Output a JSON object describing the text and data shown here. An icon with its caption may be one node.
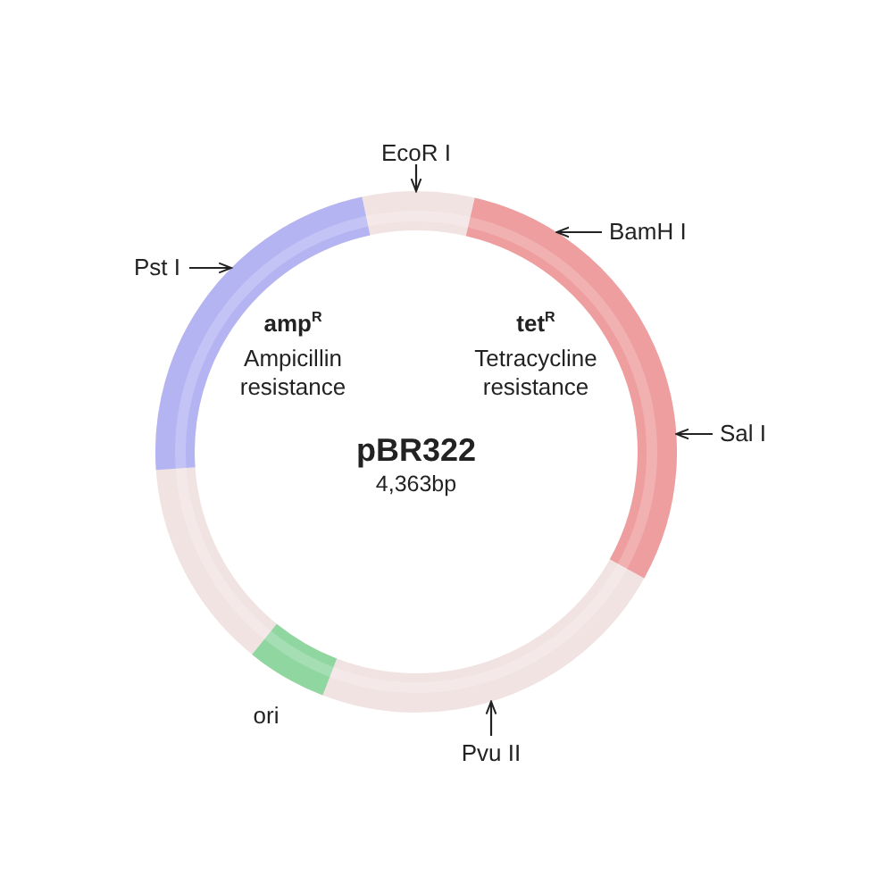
{
  "diagram": {
    "nodes": [
      {
        "text": [
          "pBR322",
          "4,363bp"
        ]
      },
      {
        "text": [
          "EcoR I"
        ]
      },
      {
        "text": [
          "BamH I"
        ]
      },
      {
        "text": [
          "Pst I"
        ]
      },
      {
        "text": [
          "Sal I"
        ]
      },
      {
        "text": [
          "Pvu II"
        ]
      }
    ],
    "edges": [
      {
        "from": 1,
        "to": 0,
        "arrow": "to"
      },
      {
        "from": 2,
        "to": 0,
        "arrow": "to"
      },
      {
        "from": 3,
        "to": 0,
        "arrow": "to"
      },
      {
        "from": 4,
        "to": 0,
        "arrow": "to"
      },
      {
        "from": 5,
        "to": 0,
        "arrow": "to"
      }
    ],
    "labels": [
      "amp$^{R}$",
      "Ampicillin resistance",
      "tet$^{R}$",
      "Tetracycline resistance",
      "ori"
    ]
  }
}
